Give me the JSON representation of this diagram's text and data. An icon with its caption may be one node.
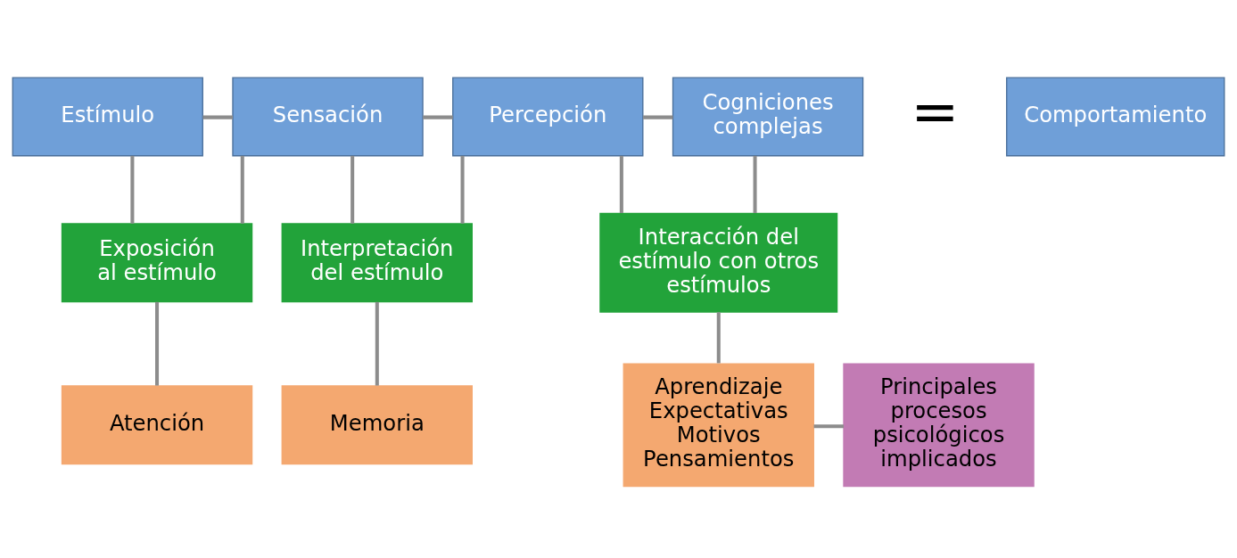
{
  "diagram": {
    "nodes": [
      {
        "text": [
          "Estímulo"
        ]
      },
      {
        "text": [
          "Sensación"
        ]
      },
      {
        "text": [
          "Percepción"
        ]
      },
      {
        "text": [
          "Cogniciones complejas"
        ]
      },
      {
        "text": [
          "Comportamiento"
        ]
      },
      {
        "text": [
          "Exposición al estímulo"
        ]
      },
      {
        "text": [
          "Interpretación del estímulo"
        ]
      },
      {
        "text": [
          "Interacción del estímulo con otros estímulos"
        ]
      },
      {
        "text": [
          "Atención"
        ]
      },
      {
        "text": [
          "Memoria"
        ]
      },
      {
        "text": [
          "Aprendizaje Expectativas Motivos Pensamientos"
        ]
      },
      {
        "text": [
          "Principales procesos psicológicos implicados"
        ]
      }
    ],
    "edges": [
      {
        "from": 0,
        "to": 1,
        "arrow": "none"
      },
      {
        "from": 1,
        "to": 2,
        "arrow": "none"
      },
      {
        "from": 2,
        "to": 3,
        "arrow": "none"
      },
      {
        "from": 0,
        "to": 5,
        "arrow": "none"
      },
      {
        "from": 1,
        "to": 5,
        "arrow": "none"
      },
      {
        "from": 1,
        "to": 6,
        "arrow": "none"
      },
      {
        "from": 2,
        "to": 6,
        "arrow": "none"
      },
      {
        "from": 2,
        "to": 7,
        "arrow": "none"
      },
      {
        "from": 3,
        "to": 7,
        "arrow": "none"
      },
      {
        "from": 5,
        "to": 8,
        "arrow": "none"
      },
      {
        "from": 6,
        "to": 9,
        "arrow": "none"
      },
      {
        "from": 7,
        "to": 10,
        "arrow": "none"
      },
      {
        "from": 10,
        "to": 11,
        "arrow": "none"
      }
    ],
    "labels": [
      "="
    ]
  }
}
